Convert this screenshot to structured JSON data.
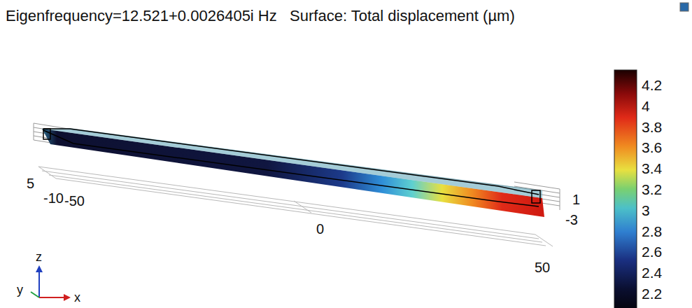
{
  "diagram": {
    "title": "Eigenfrequency=12.521+0.0026405i Hz   Surface: Total displacement (µm)",
    "labels": [
      "4.2",
      "4",
      "3.8",
      "3.6",
      "3.4",
      "3.2",
      "3",
      "2.8",
      "2.6",
      "2.4",
      "2.2",
      "5",
      "-10",
      "-50",
      "0",
      "50",
      "1",
      "-3",
      "z",
      "y",
      "x"
    ]
  }
}
